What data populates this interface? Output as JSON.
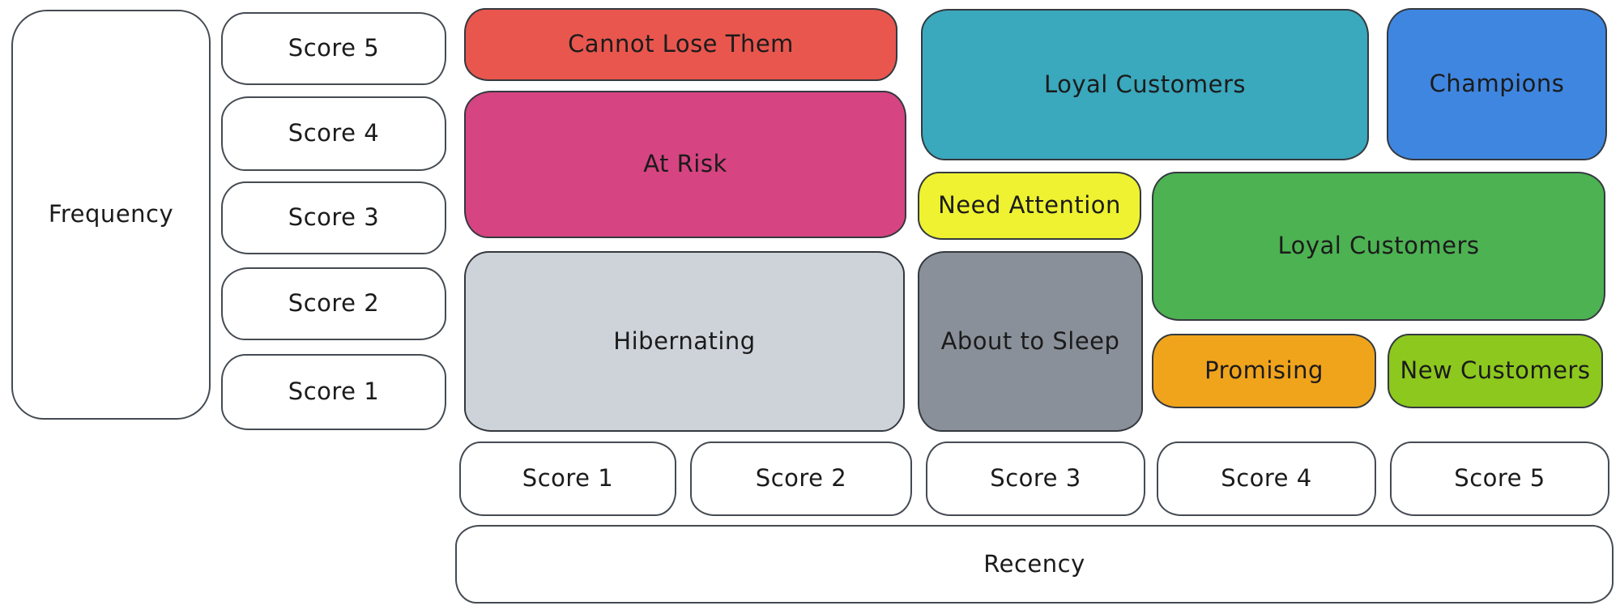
{
  "axes": {
    "frequency": {
      "label": "Frequency",
      "scores": [
        "Score 5",
        "Score 4",
        "Score 3",
        "Score 2",
        "Score 1"
      ]
    },
    "recency": {
      "label": "Recency",
      "scores": [
        "Score 1",
        "Score 2",
        "Score 3",
        "Score 4",
        "Score 5"
      ]
    }
  },
  "segments": [
    {
      "label": "Cannot Lose Them",
      "color": "#e8564e"
    },
    {
      "label": "At Risk",
      "color": "#d64481"
    },
    {
      "label": "Hibernating",
      "color": "#ced3da"
    },
    {
      "label": "Loyal Customers",
      "color": "#3aa8bd"
    },
    {
      "label": "Champions",
      "color": "#3f86e0"
    },
    {
      "label": "Need Attention",
      "color": "#eef230"
    },
    {
      "label": "About to Sleep",
      "color": "#8a9099"
    },
    {
      "label": "Loyal Customers",
      "color": "#4db252"
    },
    {
      "label": "Promising",
      "color": "#f0a41c"
    },
    {
      "label": "New Customers",
      "color": "#8dc81e"
    }
  ],
  "style": {
    "stroke": "#34393f",
    "text": "#1b1b1b",
    "background": "#ffffff"
  }
}
